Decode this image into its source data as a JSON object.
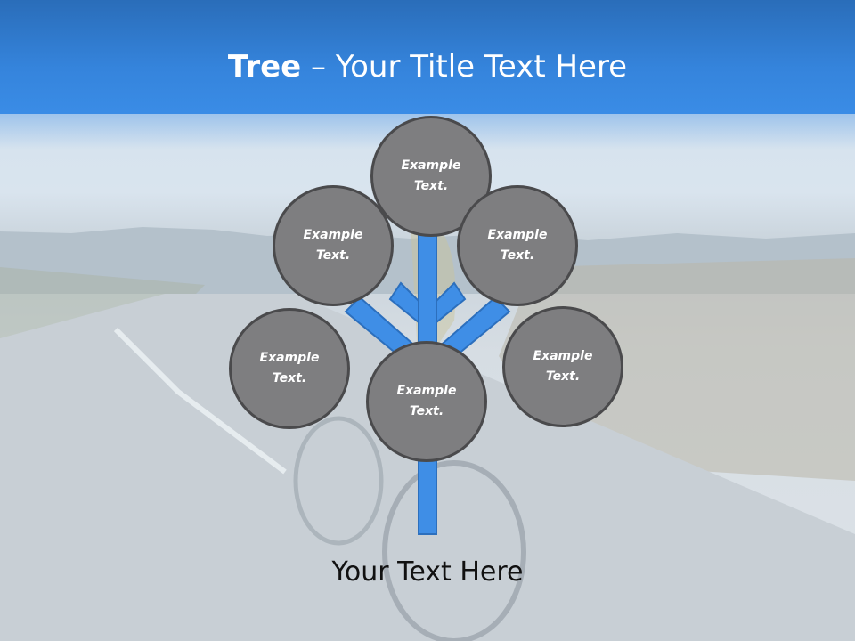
{
  "slide": {
    "title_bold": "Tree",
    "title_rest": " – Your Title Text Here",
    "subtitle": "Your Text Here"
  },
  "tree": {
    "nodes": [
      {
        "label": "Example\nText."
      },
      {
        "label": "Example\nText."
      },
      {
        "label": "Example\nText."
      },
      {
        "label": "Example\nText."
      },
      {
        "label": "Example\nText."
      },
      {
        "label": "Example\nText."
      }
    ]
  },
  "colors": {
    "header": "#3584dc",
    "branch": "#3f8ee6",
    "node_fill": "#7e7e80",
    "node_border": "#4a4a4c"
  }
}
